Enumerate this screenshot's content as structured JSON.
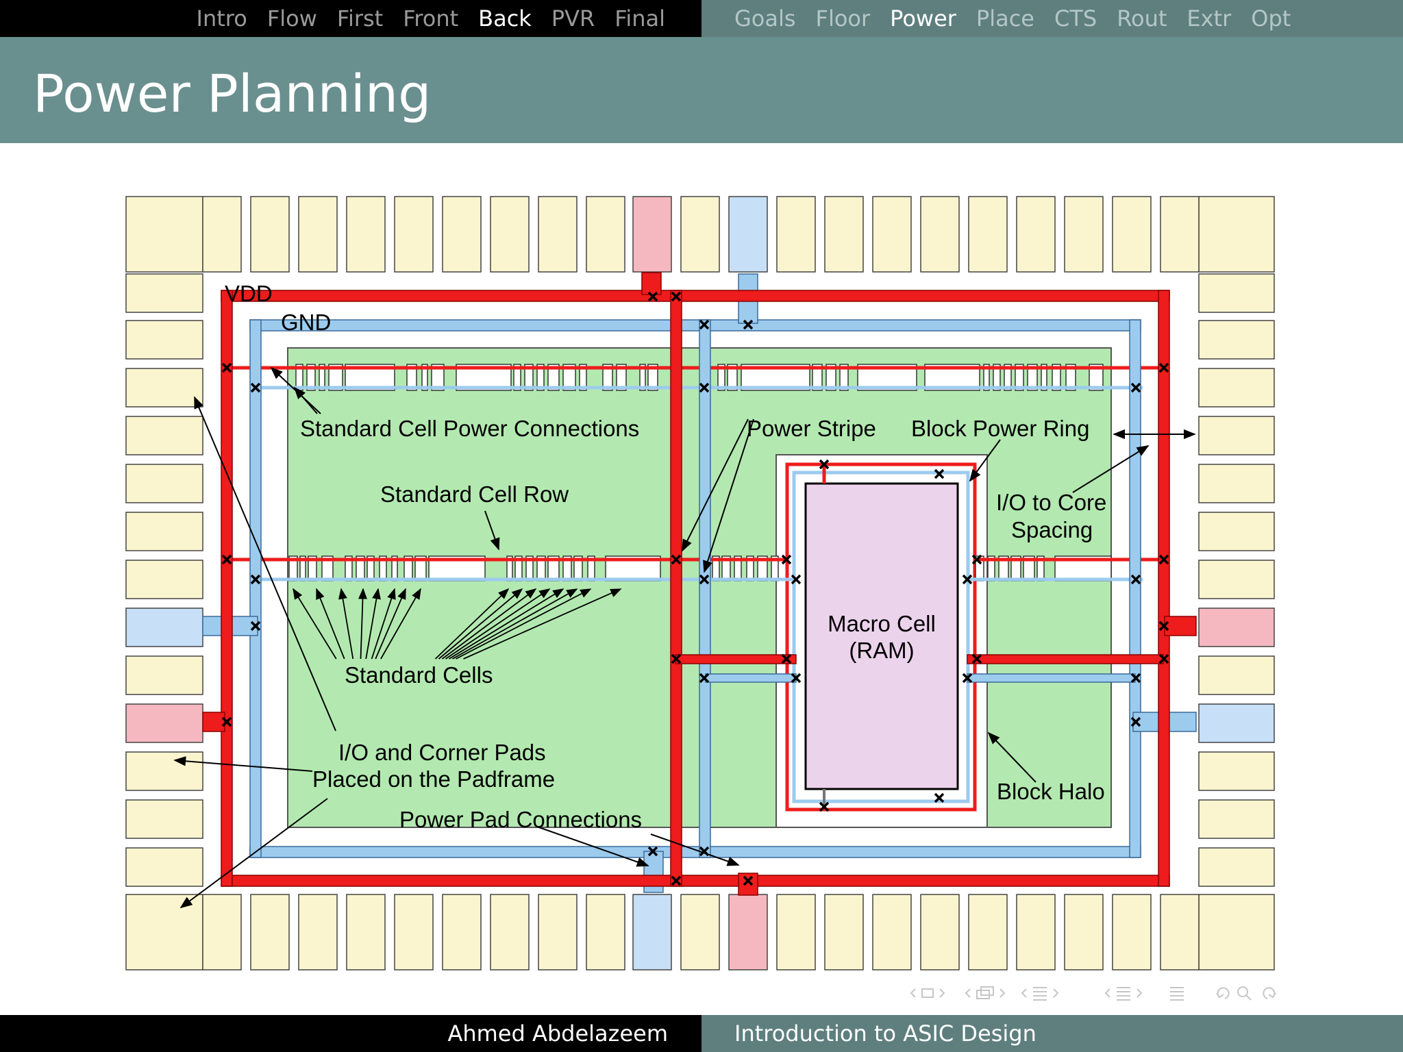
{
  "nav_left": [
    "Intro",
    "Flow",
    "First",
    "Front",
    "Back",
    "PVR",
    "Final"
  ],
  "nav_left_active": "Back",
  "nav_right": [
    "Goals",
    "Floor",
    "Power",
    "Place",
    "CTS",
    "Rout",
    "Extr",
    "Opt"
  ],
  "nav_right_active": "Power",
  "slide_title": "Power Planning",
  "footer": {
    "author": "Ahmed Abdelazeem",
    "course": "Introduction to ASIC Design"
  },
  "diagram": {
    "labels": {
      "vdd": "VDD",
      "gnd": "GND",
      "std_cell_power_connections": "Standard Cell Power Connections",
      "power_stripe": "Power Stripe",
      "block_power_ring": "Block Power Ring",
      "standard_cell_row": "Standard Cell Row",
      "io_to_core_1": "I/O to Core",
      "io_to_core_2": "Spacing",
      "macro_cell_1": "Macro Cell",
      "macro_cell_2": "(RAM)",
      "standard_cells": "Standard Cells",
      "io_pads_1": "I/O and Corner Pads",
      "io_pads_2": "Placed on the Padframe",
      "power_pad_connections": "Power Pad Connections",
      "block_halo": "Block Halo"
    }
  },
  "colors": {
    "vdd": "#ee1c1c",
    "gnd": "#9ccbee",
    "core": "#b3e9b0",
    "pad": "#fbf5cf",
    "vdd_pad": "#f6b8c0",
    "gnd_pad": "#c7dff7",
    "macro": "#ecd3ec",
    "title_bar": "#6a8f8f"
  }
}
